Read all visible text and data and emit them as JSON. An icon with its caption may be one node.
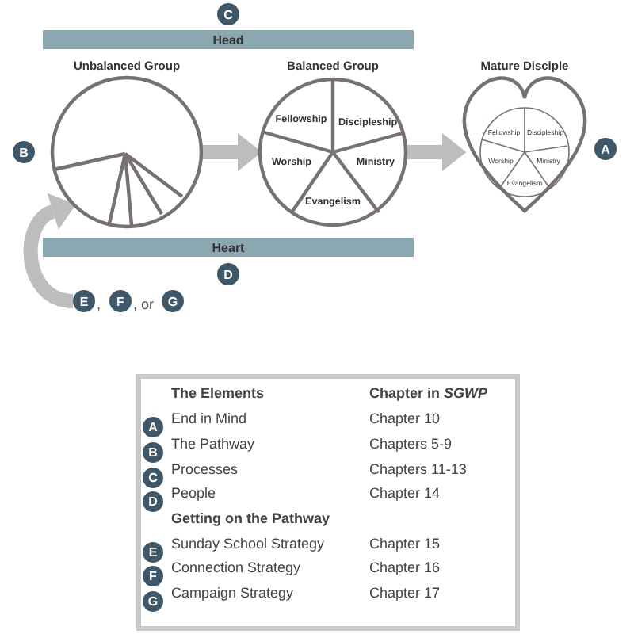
{
  "diagram": {
    "nodes": [
      {
        "text": [
          "C"
        ]
      },
      {
        "text": [
          "Head"
        ]
      },
      {
        "text": [
          "Unbalanced Group"
        ]
      },
      {
        "text": [
          "Balanced Group",
          "Fellowship",
          "Discipleship",
          "Worship",
          "Ministry",
          "Evangelism"
        ]
      },
      {
        "text": [
          "Mature Disciple",
          "Fellowship",
          "Discipleship",
          "Worship",
          "Ministry",
          "Evangelism"
        ]
      },
      {
        "text": [
          "B"
        ]
      },
      {
        "text": [
          "A"
        ]
      },
      {
        "text": [
          "Heart"
        ]
      },
      {
        "text": [
          "D"
        ]
      },
      {
        "text": [
          "E"
        ]
      },
      {
        "text": [
          "F"
        ]
      },
      {
        "text": [
          "G"
        ]
      },
      {
        "text": [
          "The Elements",
          "Chapter in *SGWP*",
          "End in Mind",
          "Chapter 10",
          "The Pathway",
          "Chapters 5-9",
          "Processes",
          "Chapters 11-13",
          "People",
          "Chapter 14",
          "Getting on the Pathway",
          "Sunday School Strategy",
          "Chapter 15",
          "Connection Strategy",
          "Chapter 16",
          "Campaign Strategy",
          "Chapter 17"
        ]
      },
      {
        "text": [
          "A"
        ],
        "in": 12
      },
      {
        "text": [
          "B"
        ],
        "in": 12
      },
      {
        "text": [
          "C"
        ],
        "in": 12
      },
      {
        "text": [
          "D"
        ],
        "in": 12
      },
      {
        "text": [
          "E"
        ],
        "in": 12
      },
      {
        "text": [
          "F"
        ],
        "in": 12
      },
      {
        "text": [
          "G"
        ],
        "in": 12
      }
    ],
    "edges": [
      {
        "from": 2,
        "to": 3,
        "arrow": "to"
      },
      {
        "from": 3,
        "to": 4,
        "arrow": "to"
      },
      {
        "from": 9,
        "to": 2,
        "arrow": "to"
      }
    ],
    "labels": [
      ",",
      ", or"
    ]
  }
}
